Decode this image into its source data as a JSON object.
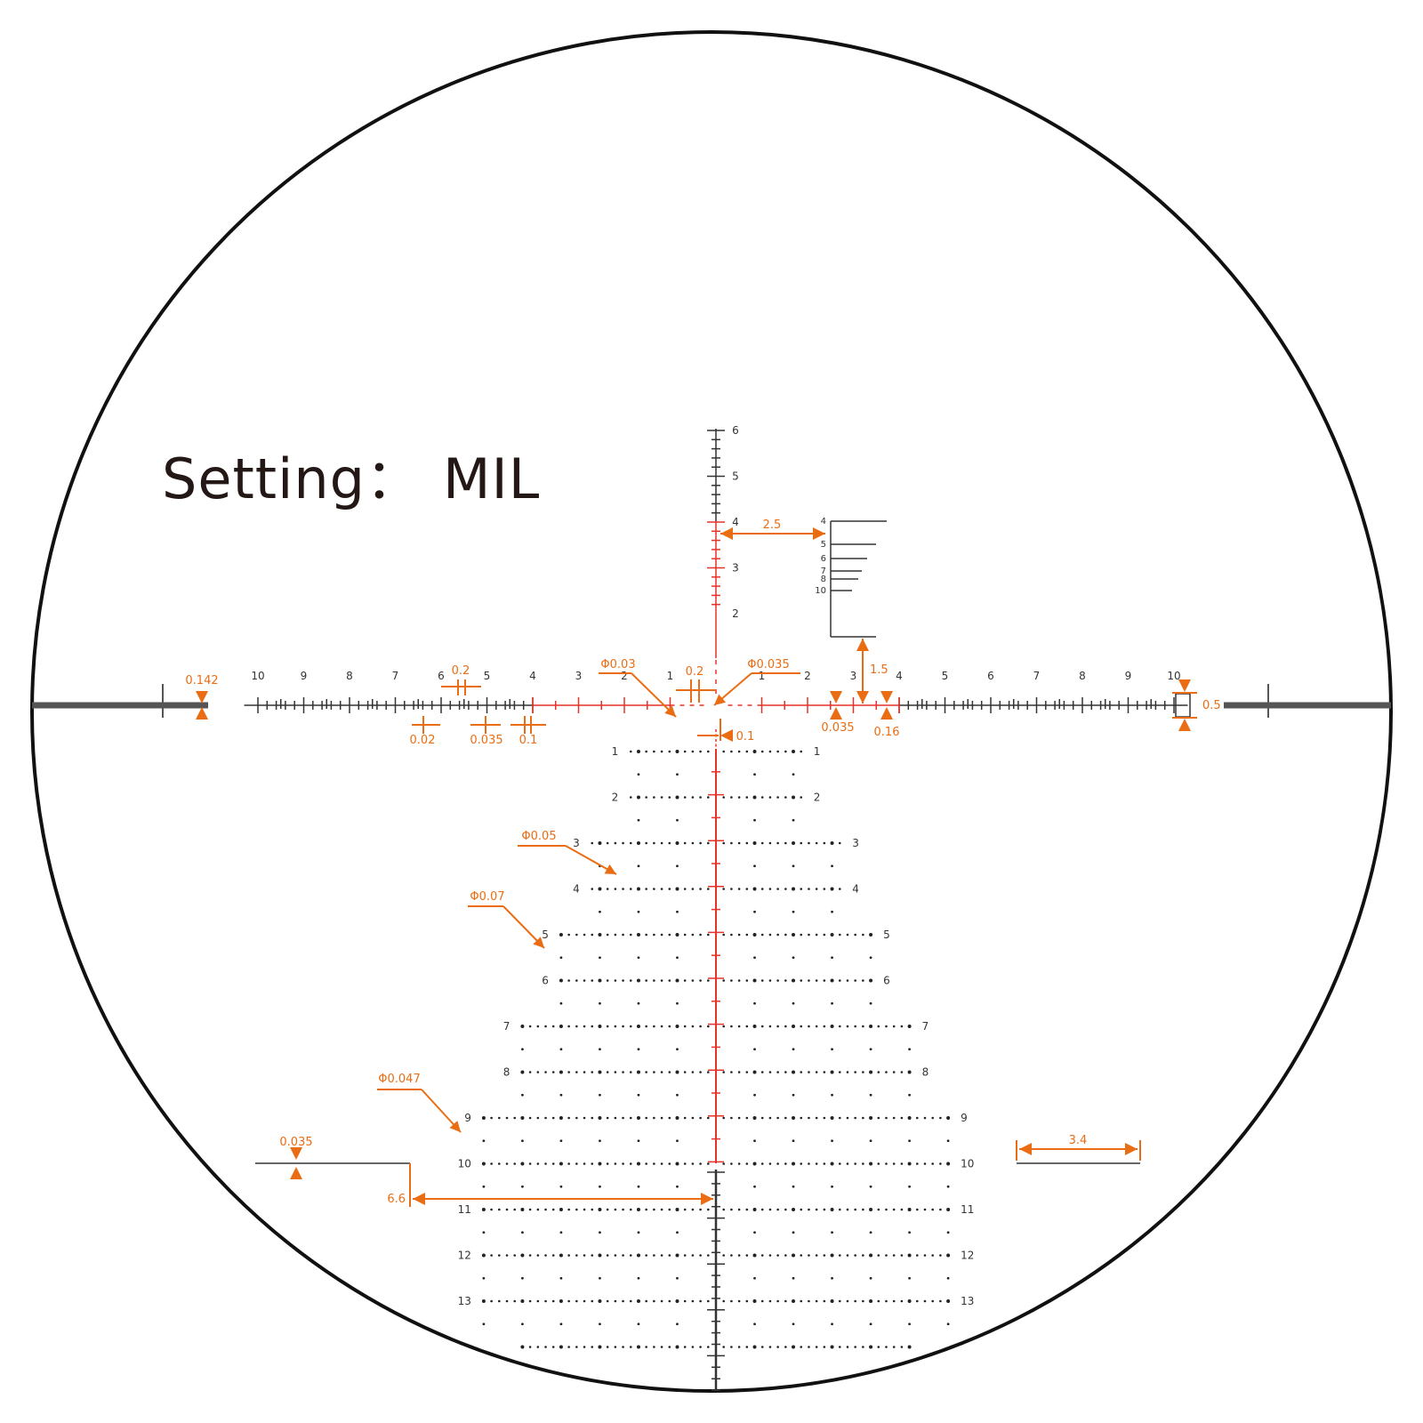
{
  "setting": {
    "label": "Setting：",
    "value": "MIL"
  },
  "colors": {
    "ring": "#111111",
    "reticle_dark": "#333333",
    "reticle_red": "#e6332a",
    "annotation": "#ea6d14",
    "dot": "#222222"
  },
  "horizontal_scale": {
    "left_labels": [
      "10",
      "9",
      "8",
      "7",
      "6",
      "5",
      "4",
      "3",
      "2",
      "1"
    ],
    "right_labels": [
      "1",
      "2",
      "3",
      "4",
      "5",
      "6",
      "7",
      "8",
      "9",
      "10"
    ]
  },
  "vertical_scale": {
    "upper_labels": [
      "6",
      "5",
      "4",
      "3",
      "2"
    ]
  },
  "rangefinder": {
    "labels": [
      "4",
      "5",
      "6",
      "7",
      "8",
      "10"
    ]
  },
  "tree_rows": [
    {
      "label": "1",
      "half": 2.3
    },
    {
      "label": "2",
      "half": 2.3
    },
    {
      "label": "3",
      "half": 3.2
    },
    {
      "label": "4",
      "half": 3.2
    },
    {
      "label": "5",
      "half": 4.1
    },
    {
      "label": "6",
      "half": 4.1
    },
    {
      "label": "7",
      "half": 5.0
    },
    {
      "label": "8",
      "half": 5.0
    },
    {
      "label": "9",
      "half": 6.0
    },
    {
      "label": "10",
      "half": 6.0
    },
    {
      "label": "11",
      "half": 6.0
    },
    {
      "label": "12",
      "half": 6.0
    },
    {
      "label": "13",
      "half": 6.0
    },
    {
      "label": "",
      "half": 5.1
    }
  ],
  "annotations": {
    "post_thickness": "0.142",
    "gap_02_upper": "0.2",
    "minor_tick_0_02": "0.02",
    "tick_0_035": "0.035",
    "tick_0_1": "0.1",
    "dot_03": "Φ0.03",
    "center_gap": "0.2",
    "dot_035": "Φ0.035",
    "center_line": "0.1",
    "rangefinder_offset": "2.5",
    "rangefinder_height": "1.5",
    "right_tick_0_035": "0.035",
    "right_tick_0_16": "0.16",
    "end_box": "0.5",
    "tree_dot_05": "Φ0.05",
    "tree_dot_07": "Φ0.07",
    "tree_dot_047": "Φ0.047",
    "bar_thickness": "0.035",
    "bar_offset": "6.6",
    "bar_length": "3.4"
  }
}
